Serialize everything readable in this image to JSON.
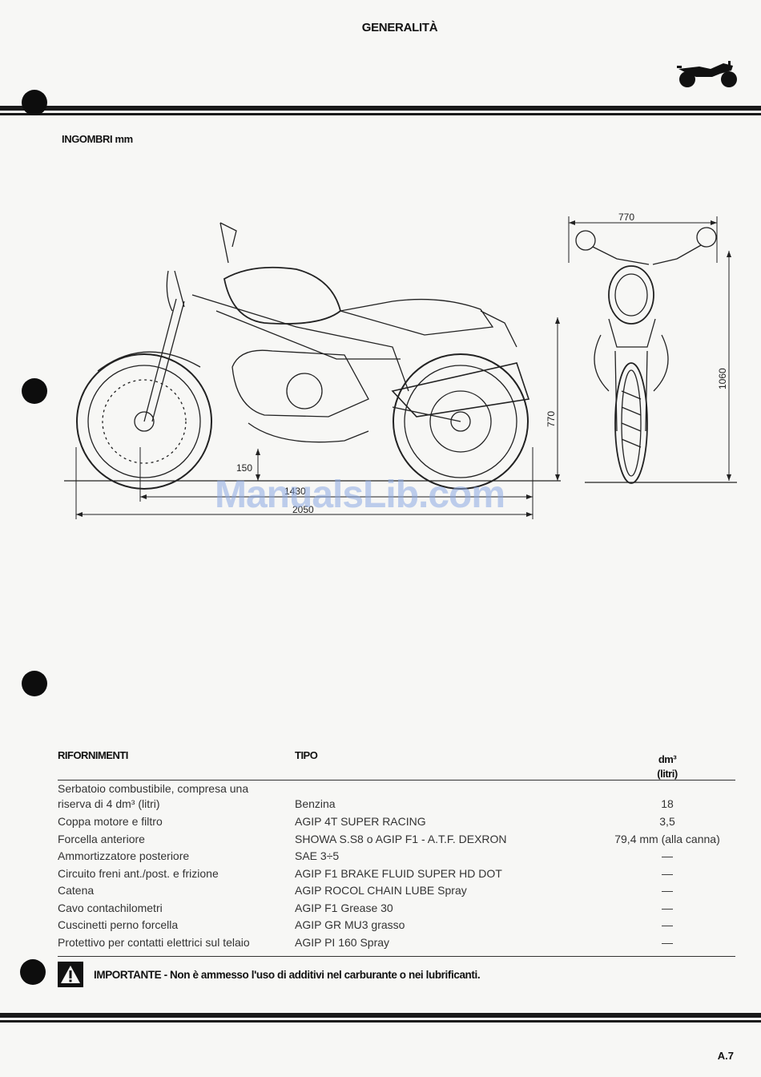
{
  "header": {
    "title": "GENERALITÀ",
    "icon": "motorcycle-icon"
  },
  "section": {
    "title": "INGOMBRI mm"
  },
  "dimensions": {
    "width": "770",
    "height": "1060",
    "seat_height": "770",
    "ground_clearance": "150",
    "wheelbase": "1430",
    "length": "2050"
  },
  "watermark": "ManualsLib.com",
  "table": {
    "headers": {
      "col1": "RIFORNIMENTI",
      "col2": "TIPO",
      "col3_line1": "dm³",
      "col3_line2": "(litri)"
    },
    "rows": [
      {
        "item_line1": "Serbatoio combustibile, compresa una",
        "item_line2": "riserva di 4 dm³ (litri)",
        "type": "Benzina",
        "qty": "18"
      },
      {
        "item": "Coppa motore e filtro",
        "type": "AGIP 4T SUPER RACING",
        "qty": "3,5"
      },
      {
        "item": "Forcella anteriore",
        "type": "SHOWA S.S8 o AGIP F1 - A.T.F. DEXRON",
        "qty": "79,4 mm (alla canna)"
      },
      {
        "item": "Ammortizzatore posteriore",
        "type": "SAE 3÷5",
        "qty": "—"
      },
      {
        "item": "Circuito freni ant./post. e frizione",
        "type": "AGIP F1 BRAKE FLUID SUPER HD DOT",
        "qty": "—"
      },
      {
        "item": "Catena",
        "type": "AGIP ROCOL CHAIN LUBE Spray",
        "qty": "—"
      },
      {
        "item": "Cavo contachilometri",
        "type": "AGIP F1 Grease 30",
        "qty": "—"
      },
      {
        "item": "Cuscinetti perno forcella",
        "type": "AGIP GR MU3 grasso",
        "qty": "—"
      },
      {
        "item": "Protettivo per contatti elettrici sul telaio",
        "type": "AGIP PI 160 Spray",
        "qty": "—"
      }
    ]
  },
  "warning": {
    "icon": "warning-triangle-icon",
    "label": "IMPORTANTE",
    "text": " - Non è ammesso l'uso di additivi nel carburante o nei lubrificanti."
  },
  "footer": {
    "page": "A.7"
  },
  "colors": {
    "ink": "#111111",
    "paper": "#f7f7f5",
    "watermark": "#8caae1"
  }
}
